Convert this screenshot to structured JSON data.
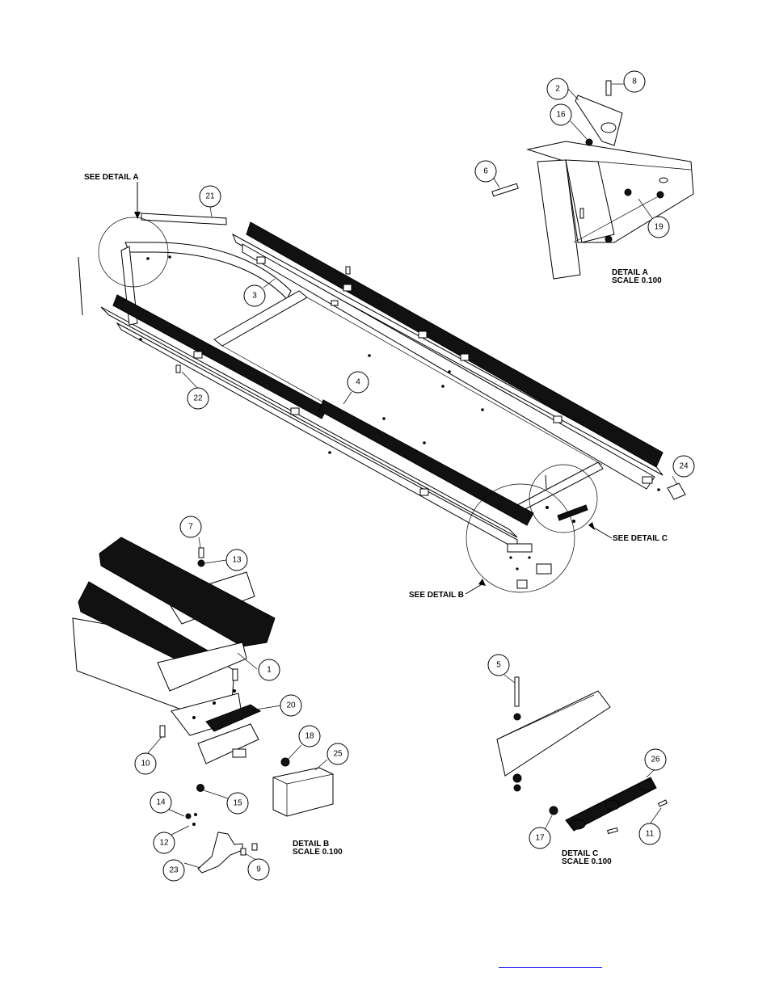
{
  "detail_notes": {
    "see_detail_a": "SEE DETAIL  A",
    "see_detail_b": "SEE DETAIL  B",
    "see_detail_c": "SEE DETAIL  C",
    "detail_a_title": "DETAIL  A",
    "detail_a_scale": "SCALE  0.100",
    "detail_b_title": "DETAIL  B",
    "detail_b_scale": "SCALE  0.100",
    "detail_c_title": "DETAIL  C",
    "detail_c_scale": "SCALE  0.100"
  },
  "callouts": {
    "c1": "1",
    "c2": "2",
    "c3": "3",
    "c4": "4",
    "c5": "5",
    "c6": "6",
    "c7": "7",
    "c8": "8",
    "c9": "9",
    "c10": "10",
    "c11": "11",
    "c12": "12",
    "c13": "13",
    "c14": "14",
    "c15": "15",
    "c16": "16",
    "c17": "17",
    "c18": "18",
    "c19": "19",
    "c20": "20",
    "c21": "21",
    "c22": "22",
    "c23": "23",
    "c24": "24",
    "c25": "25",
    "c26": "26"
  },
  "footer": {
    "link_text": ""
  },
  "colors": {
    "line": "#000000",
    "background": "#ffffff",
    "link": "#0000ee"
  }
}
